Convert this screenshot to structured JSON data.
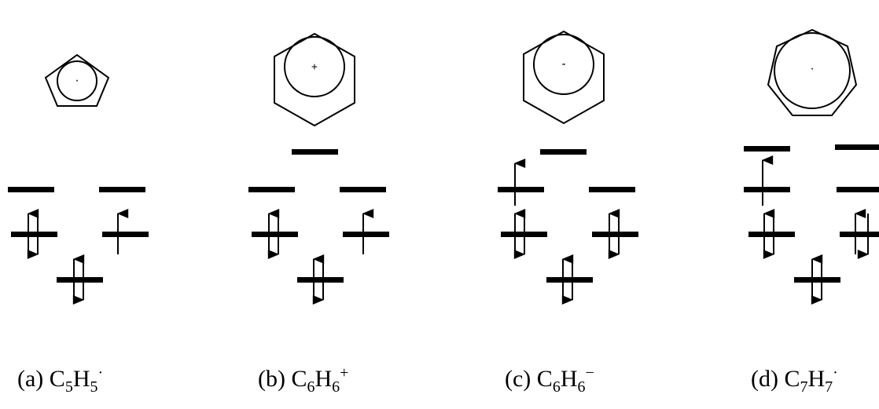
{
  "ring_charges": {
    "a": "·",
    "b": "+",
    "c": "-",
    "d": "·"
  },
  "captions": {
    "a": {
      "label": "(a)",
      "formula": "C",
      "c_count": "5",
      "h": "H",
      "h_count": "5",
      "charge": "·"
    },
    "b": {
      "label": "(b)",
      "formula": "C",
      "c_count": "6",
      "h": "H",
      "h_count": "6",
      "charge": "+"
    },
    "c": {
      "label": "(c)",
      "formula": "C",
      "c_count": "6",
      "h": "H",
      "h_count": "6",
      "charge": "−"
    },
    "d": {
      "label": "(d)",
      "formula": "C",
      "c_count": "7",
      "h": "H",
      "h_count": "7",
      "charge": "·"
    }
  },
  "colors": {
    "line": "#000000",
    "background": "#ffffff"
  }
}
